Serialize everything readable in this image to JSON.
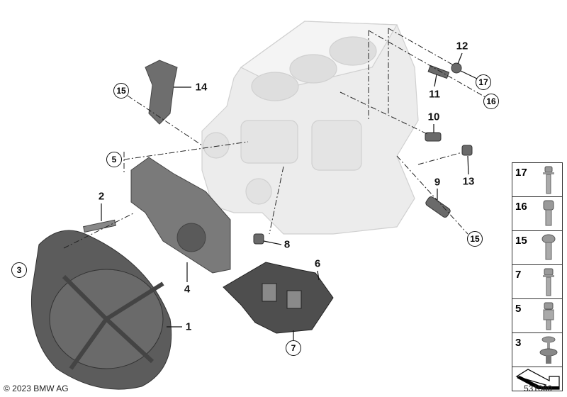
{
  "diagram": {
    "callouts_plain": [
      "1",
      "2",
      "4",
      "6",
      "8",
      "9",
      "10",
      "11",
      "12",
      "13",
      "14"
    ],
    "callouts_circled": [
      "3",
      "5",
      "7",
      "15",
      "16",
      "17"
    ]
  },
  "labels": {
    "p1": "1",
    "p2": "2",
    "p3": "3",
    "p4": "4",
    "p5": "5",
    "p6": "6",
    "p7": "7",
    "p8": "8",
    "p9": "9",
    "p10": "10",
    "p11": "11",
    "p12": "12",
    "p13": "13",
    "p14": "14",
    "p15": "15",
    "p16": "16",
    "p17": "17"
  },
  "legend": [
    {
      "num": "17",
      "icon": "bolt-torx-flange-icon"
    },
    {
      "num": "16",
      "icon": "bolt-socket-head-icon"
    },
    {
      "num": "15",
      "icon": "bolt-torx-pan-icon"
    },
    {
      "num": "7",
      "icon": "bolt-hex-flange-icon"
    },
    {
      "num": "5",
      "icon": "bolt-sleeve-icon"
    },
    {
      "num": "3",
      "icon": "push-rivet-icon"
    }
  ],
  "footer": {
    "copyright": "© 2023 BMW AG",
    "diagram_id": "531060"
  }
}
